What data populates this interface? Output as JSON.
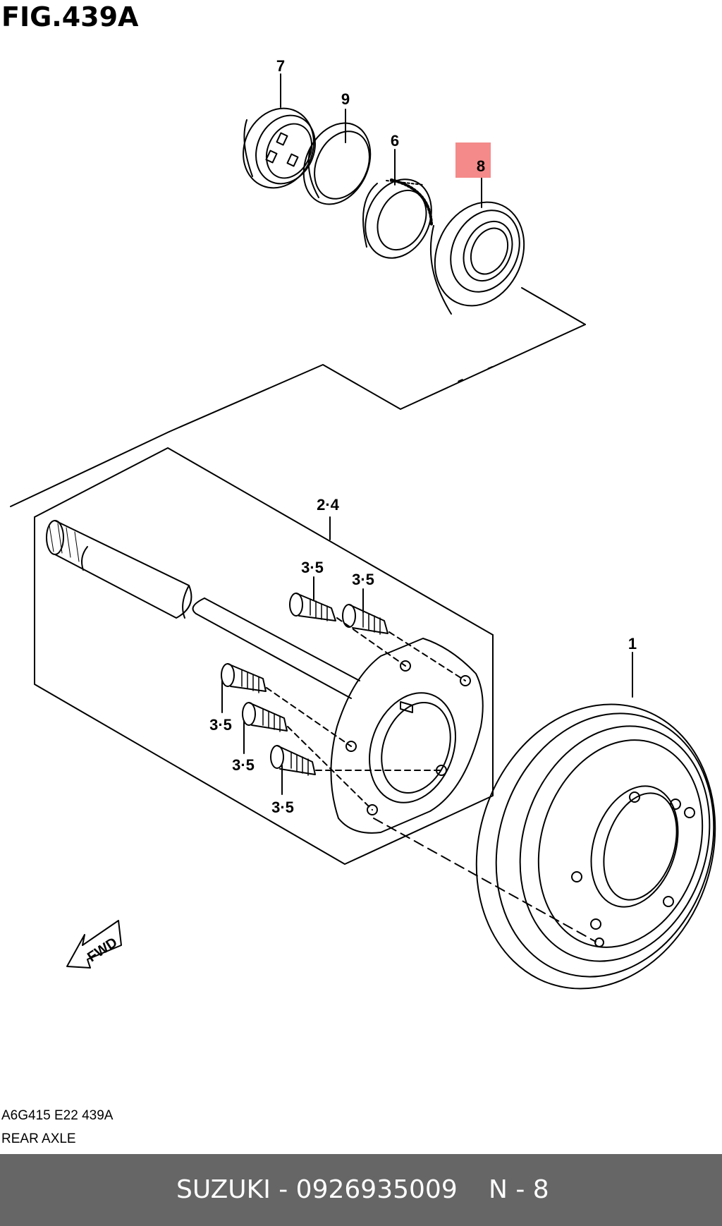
{
  "figure": {
    "title": "FIG.439A"
  },
  "callouts": {
    "c7": "7",
    "c9": "9",
    "c6": "6",
    "c8": "8",
    "c24": "2·4",
    "c35a": "3·5",
    "c35b": "3·5",
    "c35c": "3·5",
    "c35d": "3·5",
    "c35e": "3·5",
    "c1": "1"
  },
  "highlight": {
    "color": "#f48a8a",
    "callout": "8"
  },
  "fwd_label": "FWD",
  "footer": {
    "codes": "A6G415 E22 439A",
    "description": "REAR AXLE"
  },
  "bar": {
    "part": "SUZUKI - 0926935009",
    "qty": "N - 8",
    "color": "#666666"
  }
}
